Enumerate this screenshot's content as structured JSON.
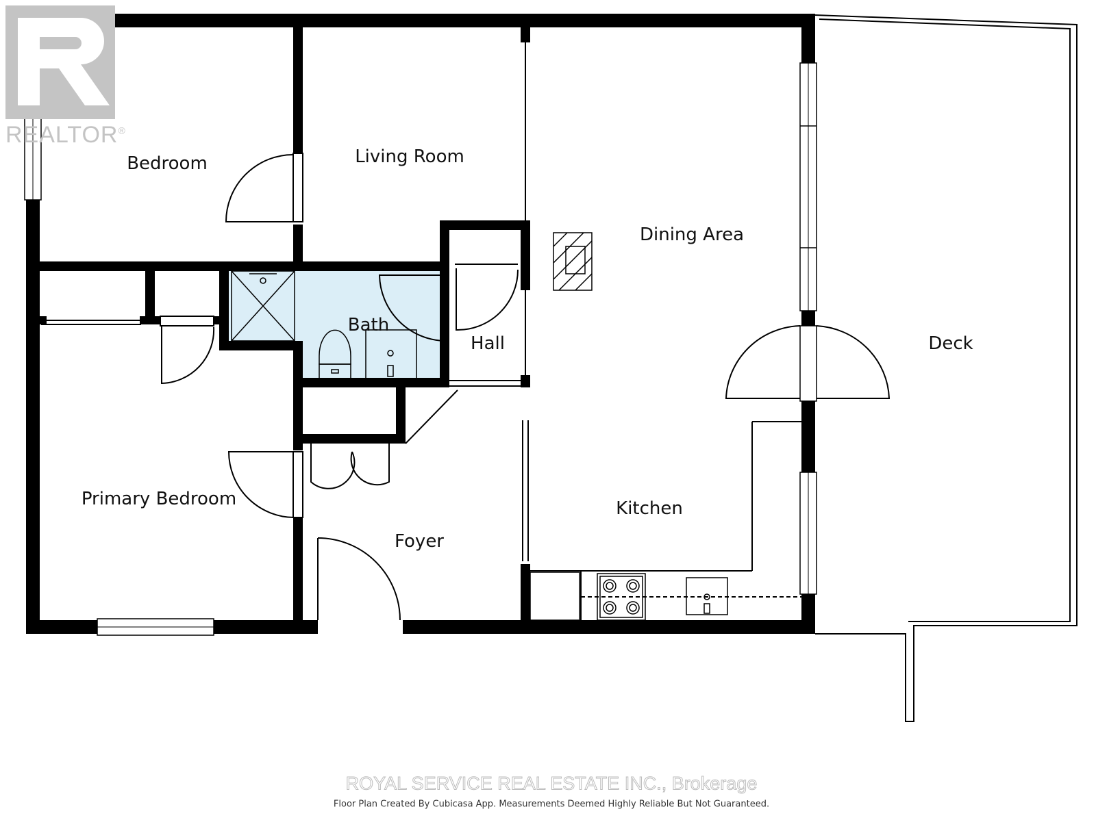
{
  "rooms": {
    "bedroom": "Bedroom",
    "living_room": "Living Room",
    "dining_area": "Dining Area",
    "deck": "Deck",
    "bath": "Bath",
    "hall": "Hall",
    "primary_bedroom": "Primary Bedroom",
    "foyer": "Foyer",
    "kitchen": "Kitchen"
  },
  "watermark": {
    "logo_text": "REALTOR",
    "registered": "®"
  },
  "footer": {
    "brokerage": "ROYAL SERVICE REAL ESTATE INC., Brokerage",
    "credit": "Floor Plan Created By Cubicasa App. Measurements Deemed Highly Reliable But Not Guaranteed."
  },
  "colors": {
    "wall": "#000000",
    "bath_fill": "#dbeef7",
    "watermark": "#c4c4c4"
  },
  "icons": [
    "realtor-logo-icon",
    "stove-icon",
    "sink-icon",
    "toilet-icon",
    "shower-icon"
  ]
}
